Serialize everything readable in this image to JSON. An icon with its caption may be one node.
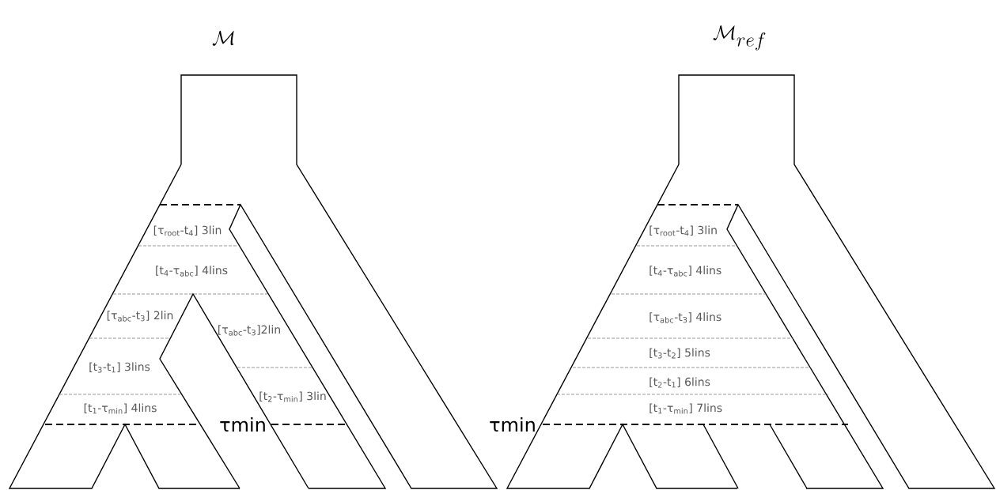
{
  "diagram": {
    "labels": [
      "\\mathcal{M}",
      "\\mathcal{M}_{ref}",
      "[τ$_{root}$-t$_{4}$] 3lin",
      "[t$_{4}$-τ$_{abc}$] 4lins",
      "[τ$_{abc}$-t$_{3}$] 2lin",
      "[τ$_{abc}$-t$_{3}$]2lin",
      "[t$_{3}$-t$_{1}$] 3lins",
      "[t$_{2}$-τ$_{min}$] 3lin",
      "[t$_{1}$-τ$_{min}$] 4lins",
      "τmin",
      "τmin",
      "[τ$_{root}$-t$_{4}$] 3lin",
      "[t$_{4}$-τ$_{abc}$] 4lins",
      "[τ$_{abc}$-t$_{3}$] 4lins",
      "[t$_{3}$-t$_{2}$] 5lins",
      "[t$_{2}$-t$_{1}$] 6lins",
      "[t$_{1}$-τ$_{min}$] 7lins"
    ]
  }
}
